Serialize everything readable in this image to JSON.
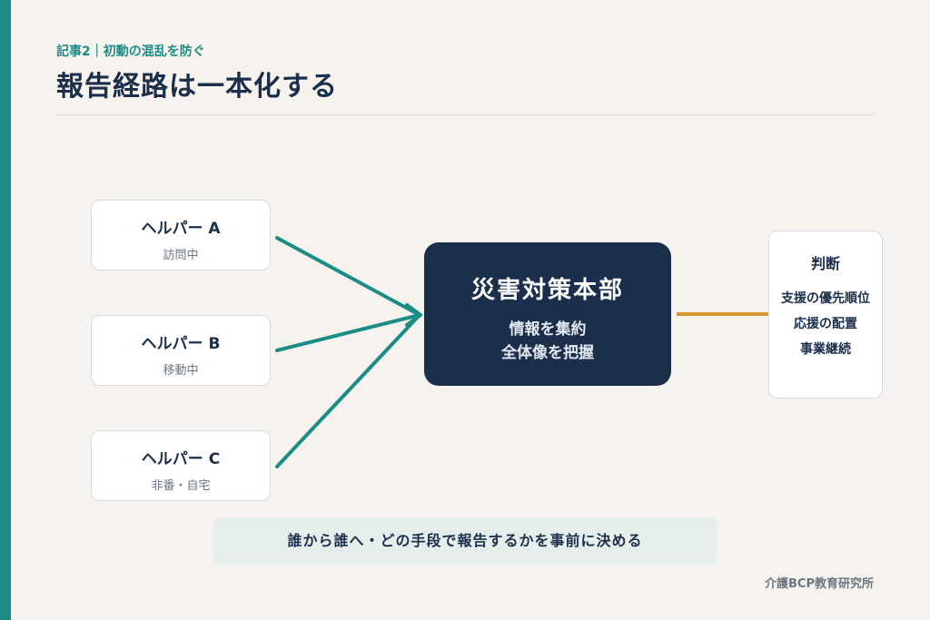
{
  "header": {
    "eyebrow": "記事2｜初動の混乱を防ぐ",
    "title": "報告経路は一本化する"
  },
  "helpers": [
    {
      "name": "ヘルパー A",
      "status": "訪問中"
    },
    {
      "name": "ヘルパー B",
      "status": "移動中"
    },
    {
      "name": "ヘルパー C",
      "status": "非番・自宅"
    }
  ],
  "hq": {
    "title": "災害対策本部",
    "lines": [
      "情報を集約",
      "全体像を把握"
    ]
  },
  "judgment": {
    "title": "判断",
    "items": [
      "支援の優先順位",
      "応援の配置",
      "事業継続"
    ]
  },
  "banner": "誰から誰へ・どの手段で報告するかを事前に決める",
  "footer": "介護BCP教育研究所",
  "colors": {
    "accent": "#1c8c87",
    "navy": "#1b2f4b",
    "connector": "#d8962e",
    "background": "#f6f3ee"
  }
}
